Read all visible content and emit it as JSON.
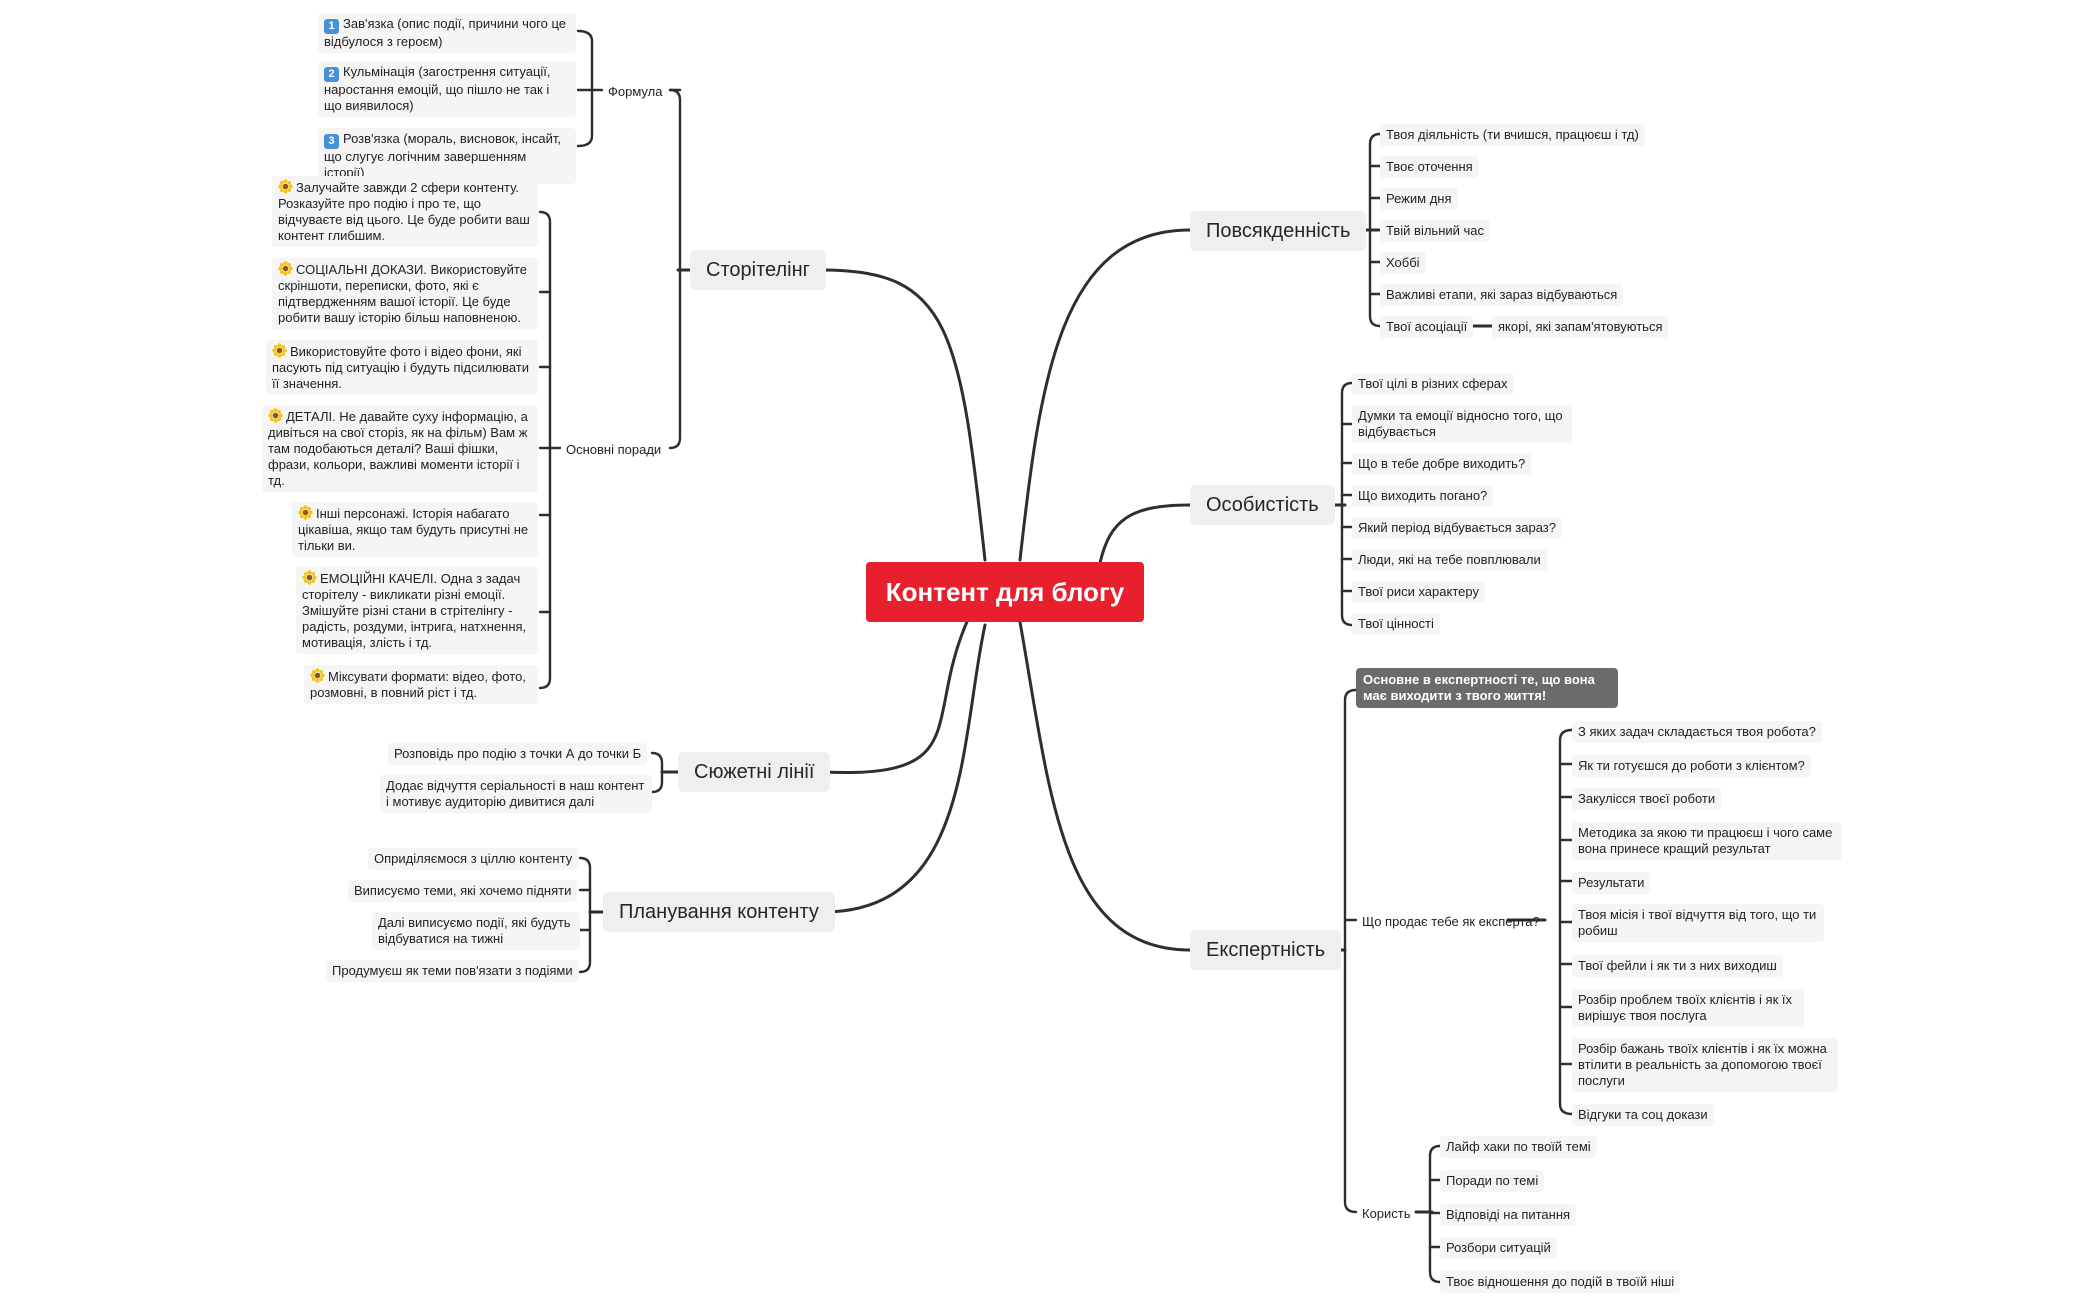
{
  "root": "Контент для блогу",
  "branches": {
    "povsyakdennist": {
      "label": "Повсякденність",
      "items": [
        "Твоя діяльність (ти вчишся, працюєш і тд)",
        "Твоє оточення",
        "Режим дня",
        "Твій вільний час",
        "Хоббі",
        "Важливі етапи, які зараз відбуваються",
        "Твої асоціації"
      ],
      "assoc_child": "якорі, які запам'ятовуються"
    },
    "osobystist": {
      "label": "Особистість",
      "items": [
        "Твої цілі в різних сферах",
        "Думки та емоції відносно того, що відбувається",
        "Що в тебе добре виходить?",
        "Що виходить погано?",
        "Який період відбувається зараз?",
        "Люди, які на тебе повплювали",
        "Твої риси характеру",
        "Твої цінності"
      ]
    },
    "expertnist": {
      "label": "Експертність",
      "note": "Основне в експертності те, що вона має виходити з твого життя!",
      "sells_label": "Що продає тебе як експерта?",
      "sells_items": [
        "З яких задач складається твоя робота?",
        "Як ти готуєшся до роботи з клієнтом?",
        "Закулісся твоєї роботи",
        "Методика за якою ти працюєш і чого саме вона принесе кращий результат",
        "Результати",
        "Твоя місія і твої відчуття від того, що ти робиш",
        "Твої фейли і як ти з них виходиш",
        "Розбір проблем твоїх клієнтів і як їх вирішує твоя послуга",
        "Розбір бажань твоїх клієнтів і як їх можна втілити в реальність за допомогою твоєї послуги",
        "Відгуки та соц докази"
      ],
      "benefit_label": "Користь",
      "benefit_items": [
        "Лайф хаки по твоїй темі",
        "Поради по темі",
        "Відповіді на питання",
        "Розбори ситуацій",
        "Твоє відношення до подій в твоїй ніші"
      ]
    },
    "storytelling": {
      "label": "Сторітелінг",
      "formula_label": "Формула",
      "formula_items": [
        "Зав'язка (опис події, причини чого це відбулося з героєм)",
        "Кульмінація (загострення ситуації, наростання емоцій, що пішло не так і що виявилося)",
        "Розв'язка (мораль, висновок, інсайт, що слугує логічним завершенням історії)"
      ],
      "formula_numbers": [
        "1",
        "2",
        "3"
      ],
      "tips_label": "Основні поради",
      "tips_items": [
        "Залучайте завжди 2 сфери контенту. Розказуйте про подію і про те, що відчуваєте від цього. Це буде робити ваш контент глибшим.",
        "СОЦІАЛЬНІ ДОКАЗИ. Використовуйте скріншоти, переписки, фото, які є підтвердженням вашої історії. Це буде робити вашу історію більш наповненою.",
        "Використовуйте фото і відео фони, які пасують під ситуацію і будуть підсилювати її значення.",
        "ДЕТАЛІ. Не давайте суху інформацію, а дивіться на свої сторіз, як на фільм) Вам ж там подобаються деталі? Ваші фішки, фрази, кольори, важливі моменти історії і тд.",
        "Інші персонажі. Історія набагато цікавіша, якщо там будуть присутні не тільки ви.",
        "ЕМОЦІЙНІ КАЧЕЛІ. Одна з задач сторітелу - викликати різні емоції. Змішуйте різні стани в стрітелінгу - радість, роздуми, інтрига, натхнення, мотивація, злість і тд.",
        "Міксувати формати: відео, фото, розмовні, в повний ріст і тд."
      ],
      "tip_icon": "sunflower-icon"
    },
    "plotlines": {
      "label": "Сюжетні лінії",
      "items": [
        "Розповідь про подію з точки А до точки Б",
        "Додає відчуття серіальності в наш контент і мотивує аудиторію дивитися далі"
      ]
    },
    "planning": {
      "label": "Планування контенту",
      "items": [
        "Оприділяємося з ціллю контенту",
        "Виписуємо теми, які хочемо підняти",
        "Далі виписуємо події, які будуть відбуватися на тижні",
        "Продумуєш як теми пов'язати з подіями"
      ]
    }
  },
  "colors": {
    "root": "#e8202e",
    "topic": "#efefef",
    "leaf": "#f5f5f5",
    "note": "#6b6b6b",
    "line": "#2e2e2e",
    "number_badge": "#4a90d9"
  }
}
